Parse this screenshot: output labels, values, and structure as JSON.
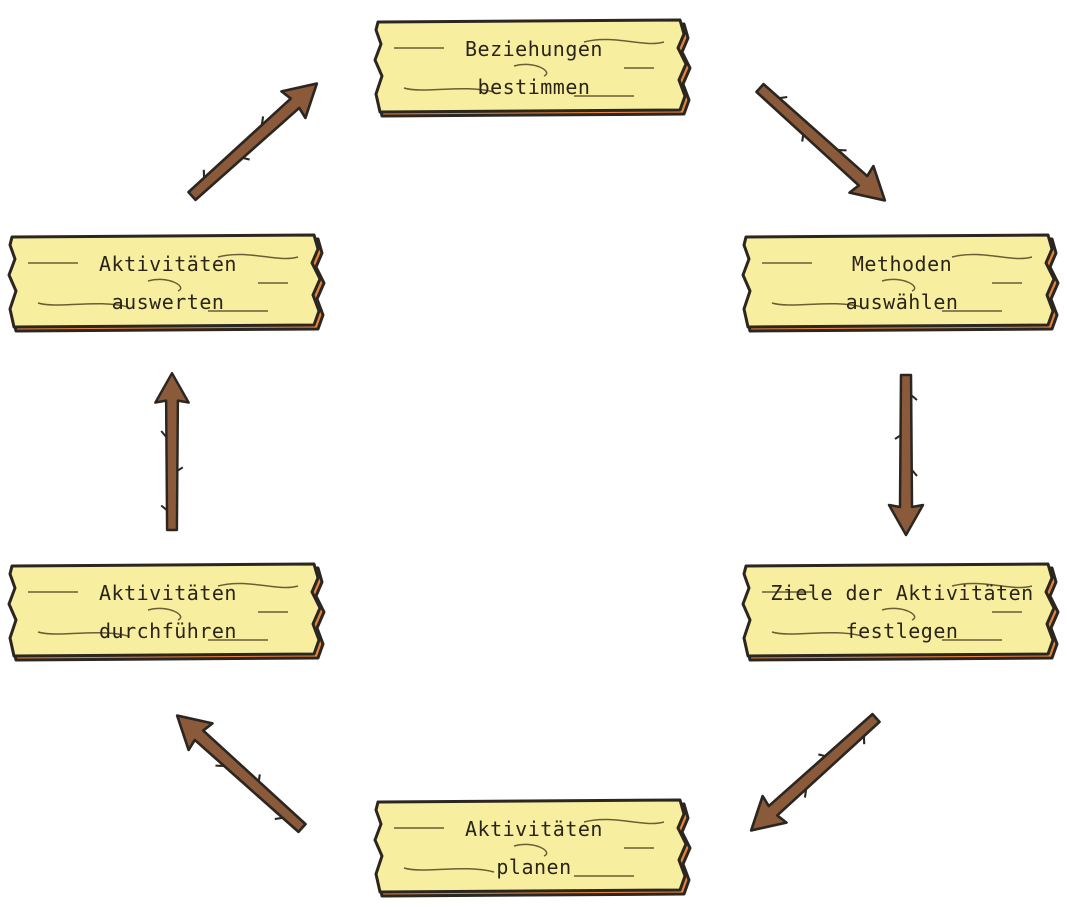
{
  "steps": [
    {
      "line1": "Beziehungen",
      "line2": "bestimmen"
    },
    {
      "line1": "Methoden",
      "line2": "auswählen"
    },
    {
      "line1": "Ziele der Aktivitäten",
      "line2": "festlegen"
    },
    {
      "line1": "Aktivitäten",
      "line2": "planen"
    },
    {
      "line1": "Aktivitäten",
      "line2": "durchführen"
    },
    {
      "line1": "Aktivitäten",
      "line2": "auswerten"
    }
  ],
  "colors": {
    "board_fill": "#f7ef9f",
    "board_edge": "#2b2620",
    "board_side": "#e8833a",
    "arrow_wood": "#8a5a3b",
    "arrow_outline": "#2b2620"
  }
}
